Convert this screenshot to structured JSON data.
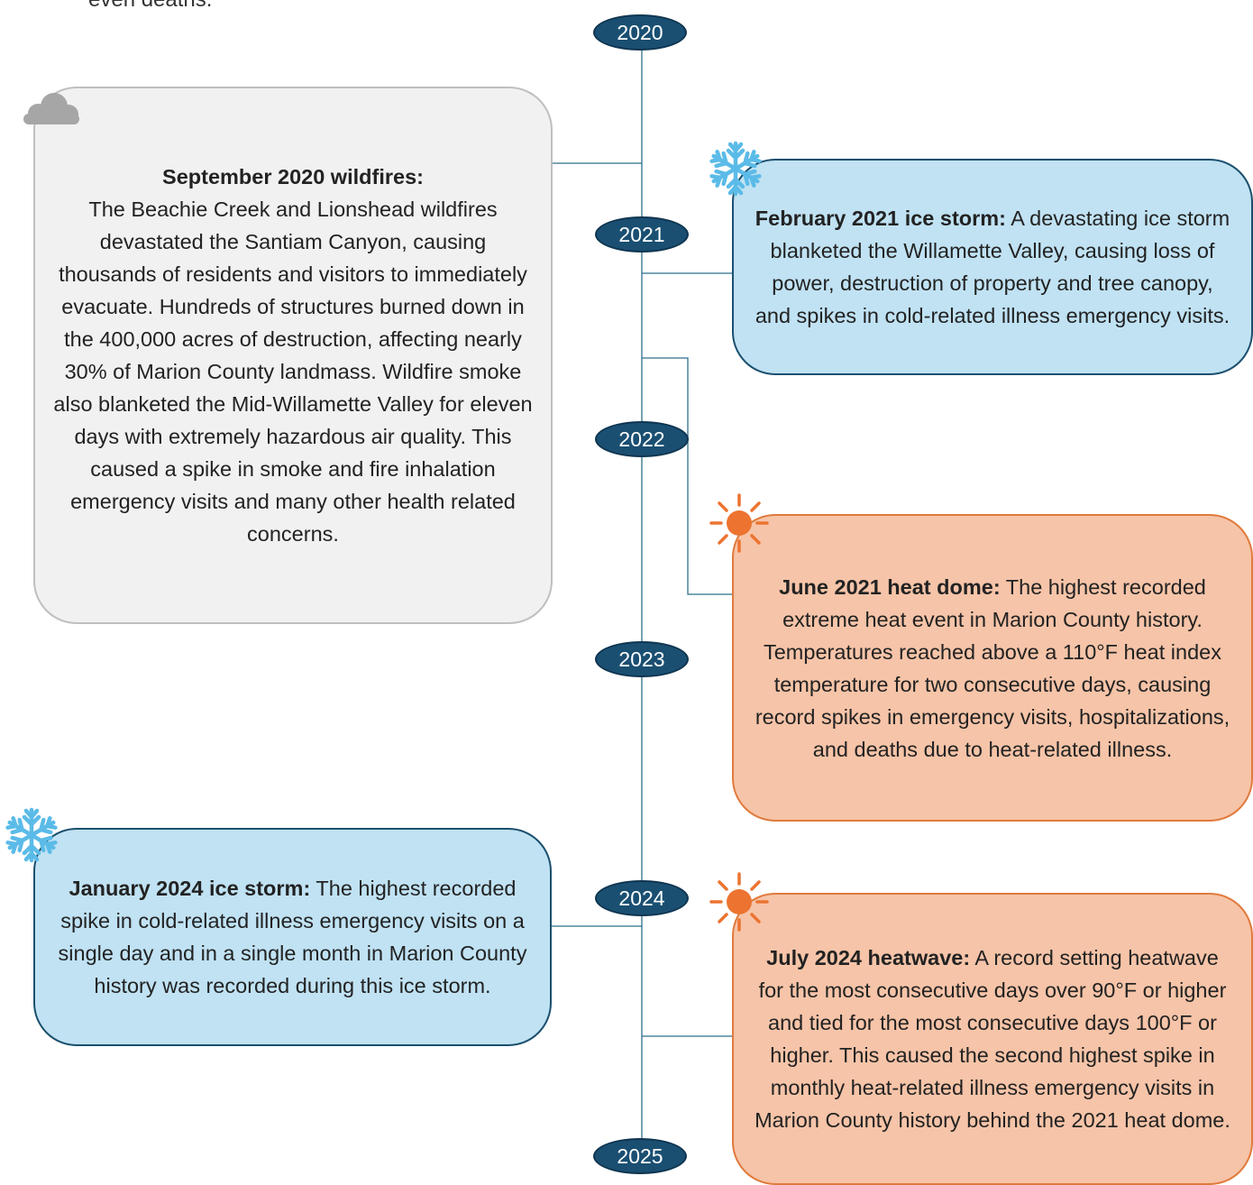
{
  "intro_fragment": "even deaths.",
  "years": [
    "2020",
    "2021",
    "2022",
    "2023",
    "2024",
    "2025"
  ],
  "events": [
    {
      "heading": "September 2020 wildfires:",
      "body": "The Beachie Creek and Lionshead wildfires devastated the Santiam Canyon, causing thousands of residents and visitors to immediately evacuate. Hundreds of structures burned down in the 400,000 acres of destruction, affecting nearly 30% of Marion County landmass. Wildfire smoke also blanketed the Mid-Willamette Valley for eleven days with extremely hazardous air quality. This caused a spike in smoke and fire inhalation emergency visits and many other health related concerns.",
      "icon": "cloud-icon",
      "color": "#f1f1f1"
    },
    {
      "heading": "February 2021 ice storm:",
      "body": "A devastating ice storm blanketed the Willamette Valley, causing loss of power, destruction of property and tree canopy, and spikes in cold-related illness emergency visits.",
      "icon": "snowflake-icon",
      "color": "#c0e2f3"
    },
    {
      "heading": "June 2021 heat dome:",
      "body": "The highest recorded extreme heat event in Marion County history. Temperatures reached above a 110°F heat index temperature for two consecutive days, causing record spikes in emergency visits, hospitalizations, and deaths due to heat-related illness.",
      "icon": "sun-icon",
      "color": "#f6c4a8"
    },
    {
      "heading": "January 2024 ice storm:",
      "body": "The highest recorded spike in cold-related illness emergency visits on a single day and in a single month in Marion County history was recorded during this ice storm.",
      "icon": "snowflake-icon",
      "color": "#c0e2f3"
    },
    {
      "heading": "July 2024 heatwave:",
      "body": "A record setting heatwave for the most consecutive days over 90°F or higher and tied for the most consecutive days 100°F or higher. This caused the second highest spike in monthly heat-related illness emergency visits in Marion County history behind the 2021 heat dome.",
      "icon": "sun-icon",
      "color": "#f6c4a8"
    }
  ],
  "colors": {
    "timeline_line": "#2f6f8a",
    "year_fill": "#1a4f72",
    "cold_border": "#1b4f6e",
    "heat_border": "#e07a3c",
    "snowflake": "#5bbbe8",
    "sun": "#ec7430"
  }
}
